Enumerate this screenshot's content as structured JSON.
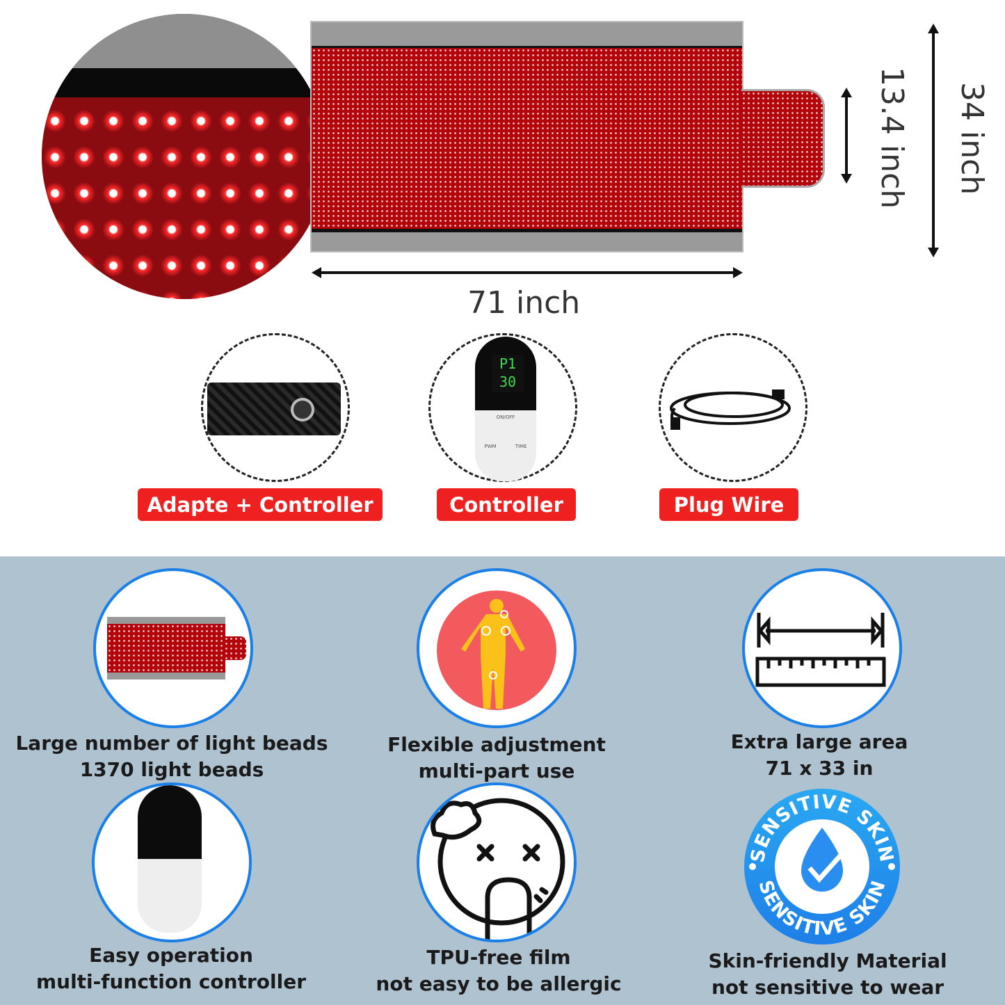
{
  "dimensions": {
    "length": "71 inch",
    "width": "34 inch",
    "tab_width": "13.4 inch"
  },
  "remote": {
    "display_program": "P1",
    "display_time": "30",
    "power_label": "ON/OFF",
    "left_label": "PWM",
    "right_label": "TIME",
    "plus": "+",
    "minus": "−"
  },
  "accessories": [
    {
      "label": "Adapte + Controller",
      "icon": "adapter-box-icon"
    },
    {
      "label": "Controller",
      "icon": "remote-controller-icon"
    },
    {
      "label": "Plug Wire",
      "icon": "power-cord-icon"
    }
  ],
  "features": [
    {
      "line1": "Large number of light beads",
      "line2": "1370 light beads",
      "icon": "led-mat-icon"
    },
    {
      "line1": "Flexible adjustment",
      "line2": "multi-part use",
      "icon": "body-figure-icon"
    },
    {
      "line1": "Extra large area",
      "line2": "71 x 33 in",
      "icon": "ruler-icon"
    },
    {
      "line1": "Easy operation",
      "line2": "multi-function controller",
      "icon": "remote-icon"
    },
    {
      "line1": "TPU-free film",
      "line2": "not easy to be allergic",
      "icon": "sneezing-face-icon"
    },
    {
      "line1": "Skin-friendly Material",
      "line2": "not sensitive to wear",
      "icon": "sensitive-skin-badge-icon"
    }
  ],
  "badge": {
    "text": "SENSITIVE SKIN"
  },
  "colors": {
    "accent_red": "#ef2020",
    "feature_blue": "#1b7fe8",
    "panel_bg": "#afc2d0"
  }
}
